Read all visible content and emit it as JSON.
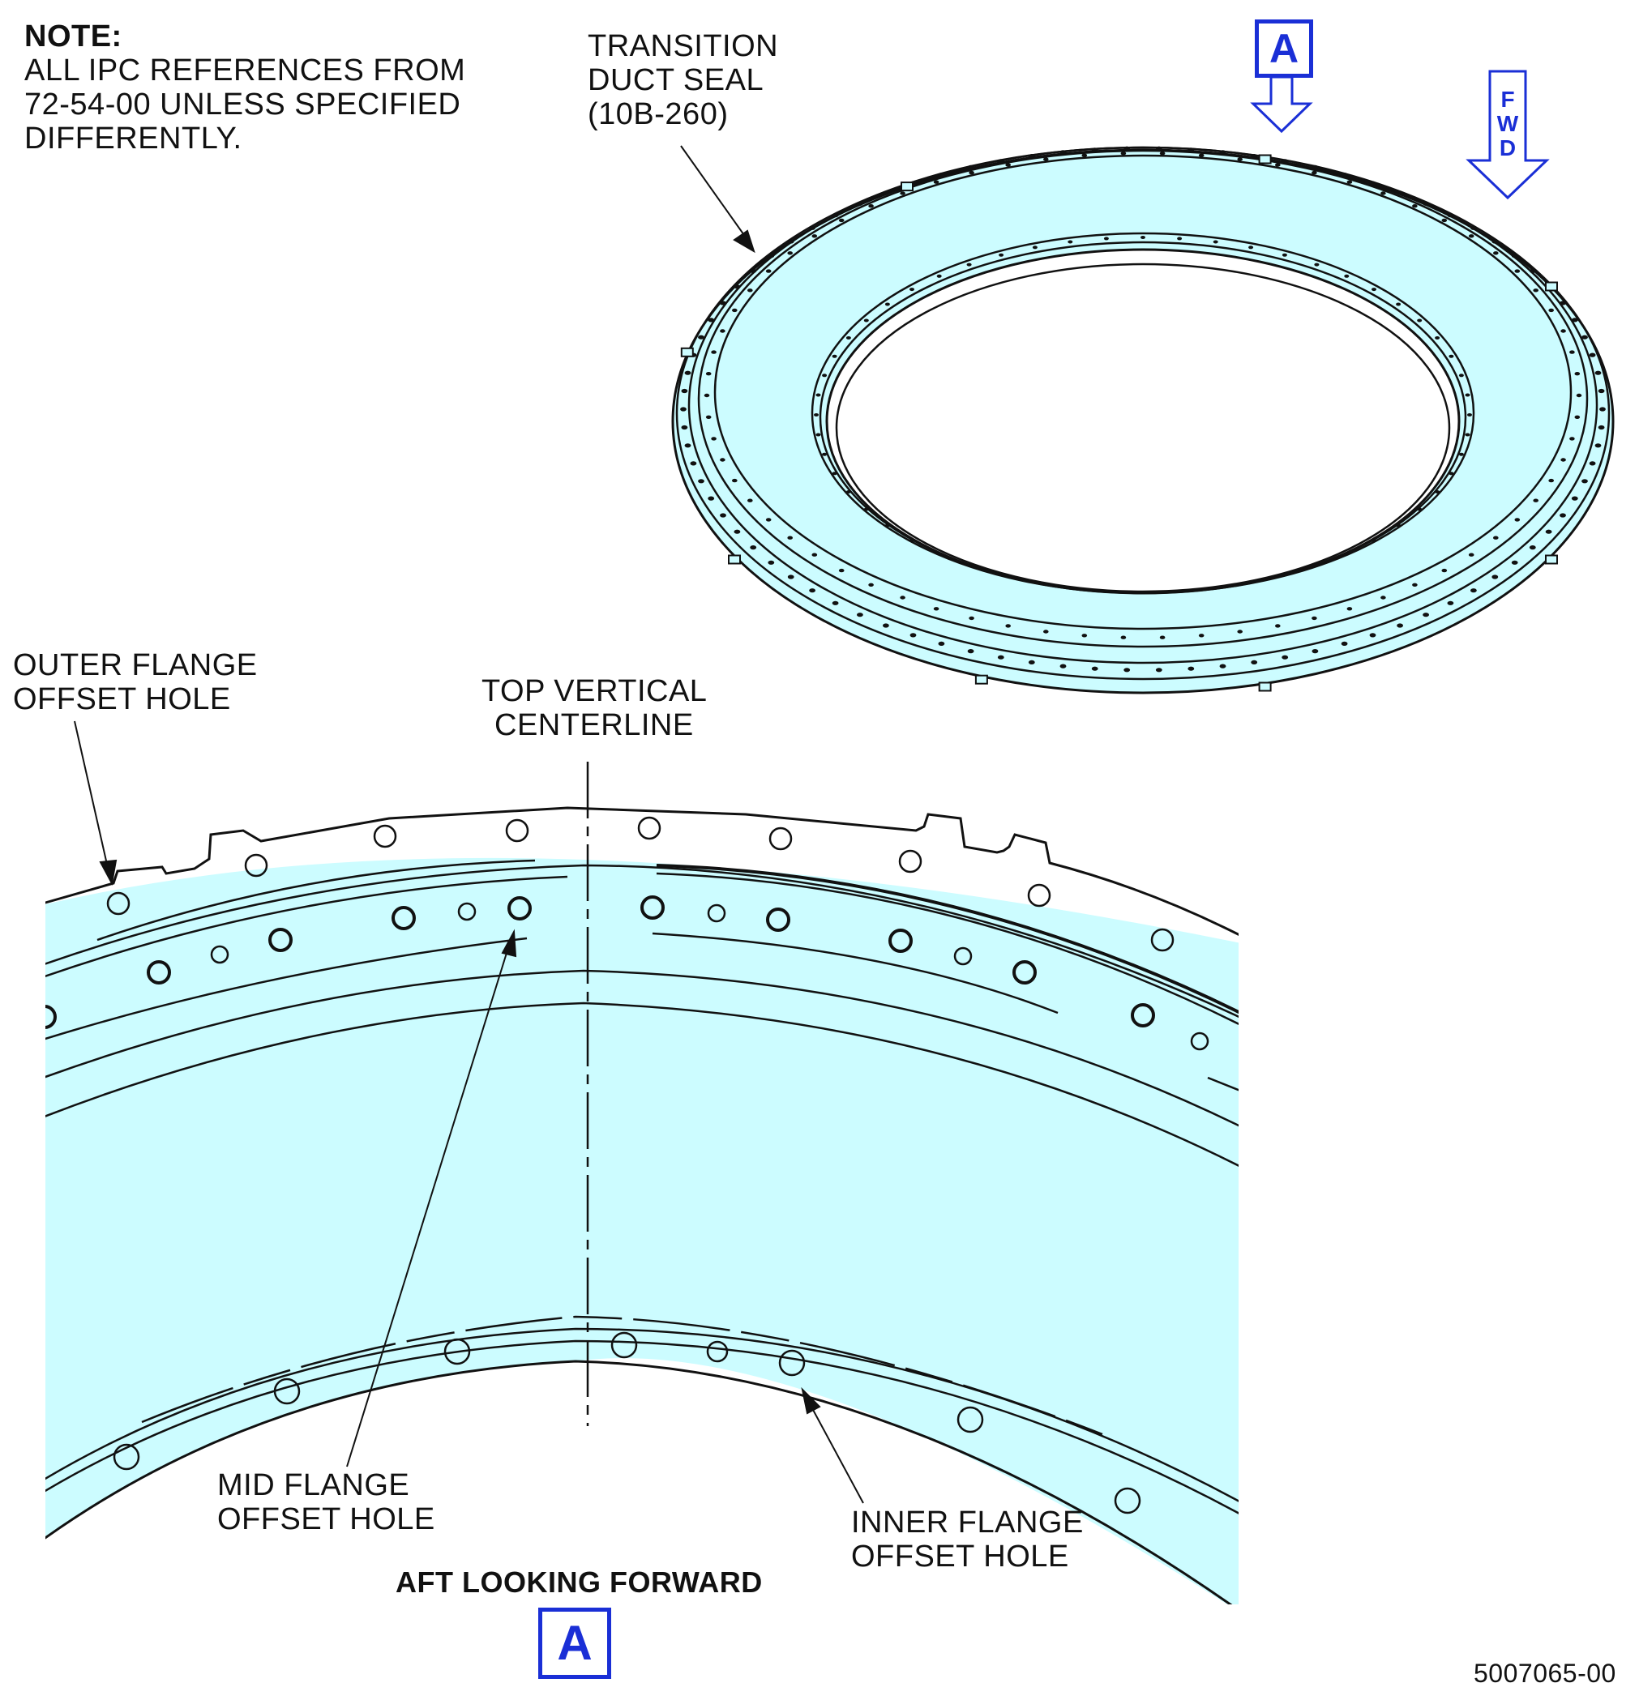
{
  "note": {
    "heading": "NOTE:",
    "lines": [
      "ALL IPC REFERENCES FROM",
      "72-54-00 UNLESS SPECIFIED",
      "DIFFERENTLY."
    ]
  },
  "callouts": {
    "transition_duct_seal": [
      "TRANSITION",
      "DUCT SEAL",
      "(10B-260)"
    ],
    "outer_flange": [
      "OUTER FLANGE",
      "OFFSET HOLE"
    ],
    "top_vertical_centerline": [
      "TOP VERTICAL",
      "CENTERLINE"
    ],
    "mid_flange": [
      "MID FLANGE",
      "OFFSET HOLE"
    ],
    "inner_flange": [
      "INNER FLANGE",
      "OFFSET HOLE"
    ]
  },
  "view": {
    "caption": "AFT LOOKING FORWARD",
    "marker_top": "A",
    "marker_bottom": "A"
  },
  "fwd": {
    "letters": [
      "F",
      "W",
      "D"
    ]
  },
  "figure_number": "5007065-00",
  "colors": {
    "fill": "#ccfcff",
    "line": "#111111",
    "accent": "#1a2fd6"
  }
}
